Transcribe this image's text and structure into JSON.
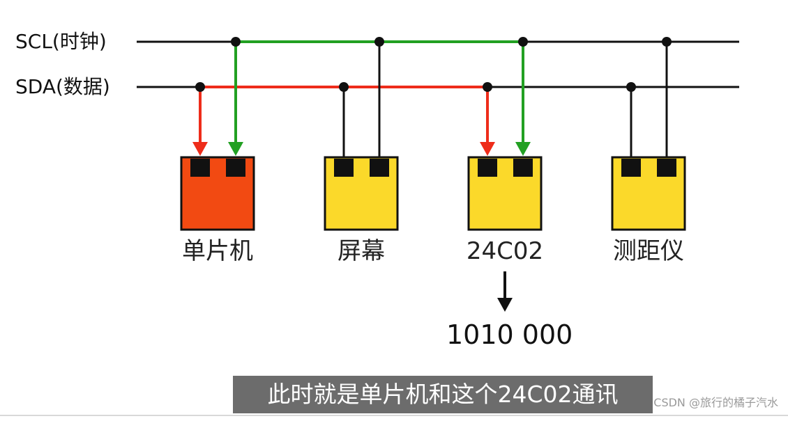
{
  "bus": {
    "scl_label": "SCL(时钟)",
    "sda_label": "SDA(数据)"
  },
  "devices": [
    {
      "label": "单片机",
      "color": "#f24a12",
      "active": true
    },
    {
      "label": "屏幕",
      "color": "#fbd92a",
      "active": false
    },
    {
      "label": "24C02",
      "color": "#fbd92a",
      "active": true
    },
    {
      "label": "测距仪",
      "color": "#fbd92a",
      "active": false
    }
  ],
  "address": "1010 000",
  "subtitle": "此时就是单片机和这个24C02通讯",
  "watermark": "CSDN @旅行的橘子汽水",
  "colors": {
    "scl_highlight": "#22a022",
    "sda_highlight": "#ee2c1a",
    "line": "#111111"
  }
}
